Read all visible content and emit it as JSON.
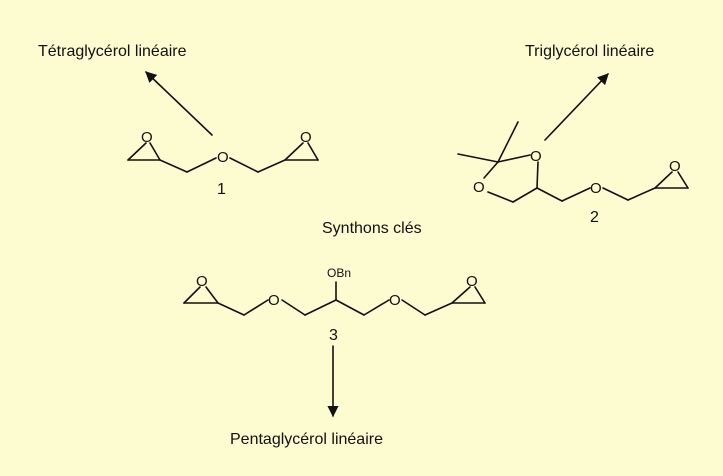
{
  "labels": {
    "tetra": "Tétraglycérol linéaire",
    "tri": "Triglycérol linéaire",
    "synthons": "Synthons clés",
    "penta": "Pentaglycérol linéaire"
  },
  "compounds": {
    "c1": "1",
    "c2": "2",
    "c3": "3"
  },
  "atoms": {
    "oxygen": "O",
    "obn": "OBn"
  },
  "colors": {
    "background": "#fdfbd0",
    "ink": "#111111"
  }
}
